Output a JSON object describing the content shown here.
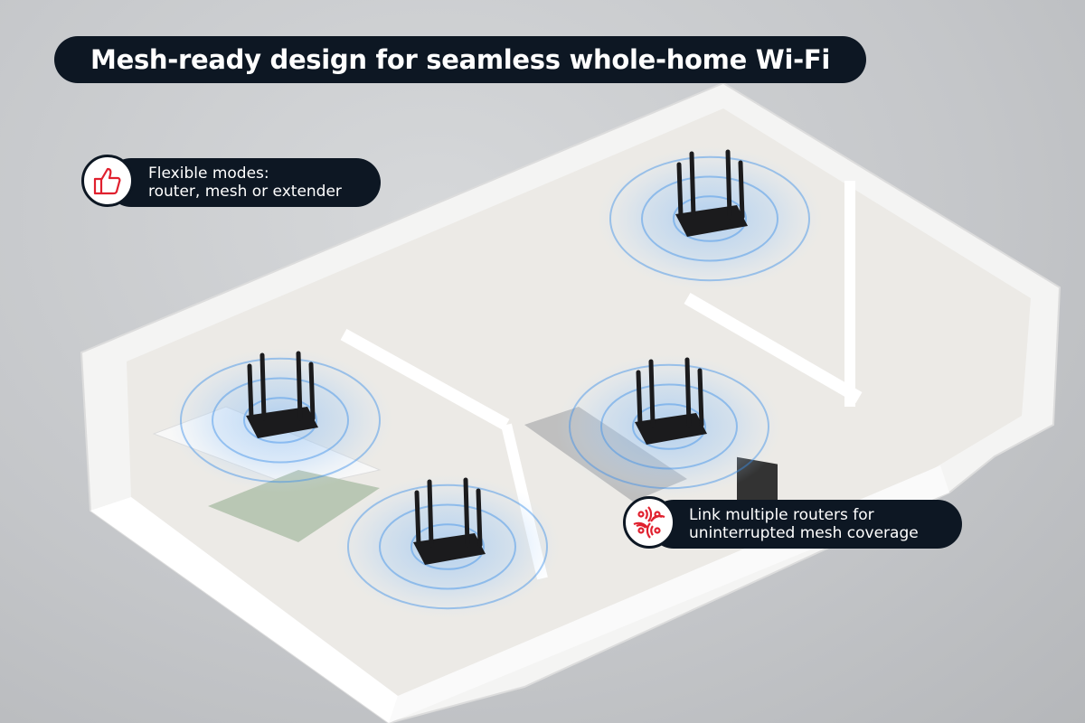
{
  "headline": "Mesh-ready design for seamless whole-home Wi-Fi",
  "callouts": [
    {
      "icon": "thumbs-up-icon",
      "line1": "Flexible modes:",
      "line2": "router, mesh or extender"
    },
    {
      "icon": "wireless-signal-icon",
      "line1": "Link multiple routers for",
      "line2": "uninterrupted mesh coverage"
    }
  ],
  "colors": {
    "pill": "#0d1723",
    "icon_accent": "#e0202e",
    "signal_rings": "#3a8ee8"
  },
  "scene": {
    "routers": 4
  }
}
